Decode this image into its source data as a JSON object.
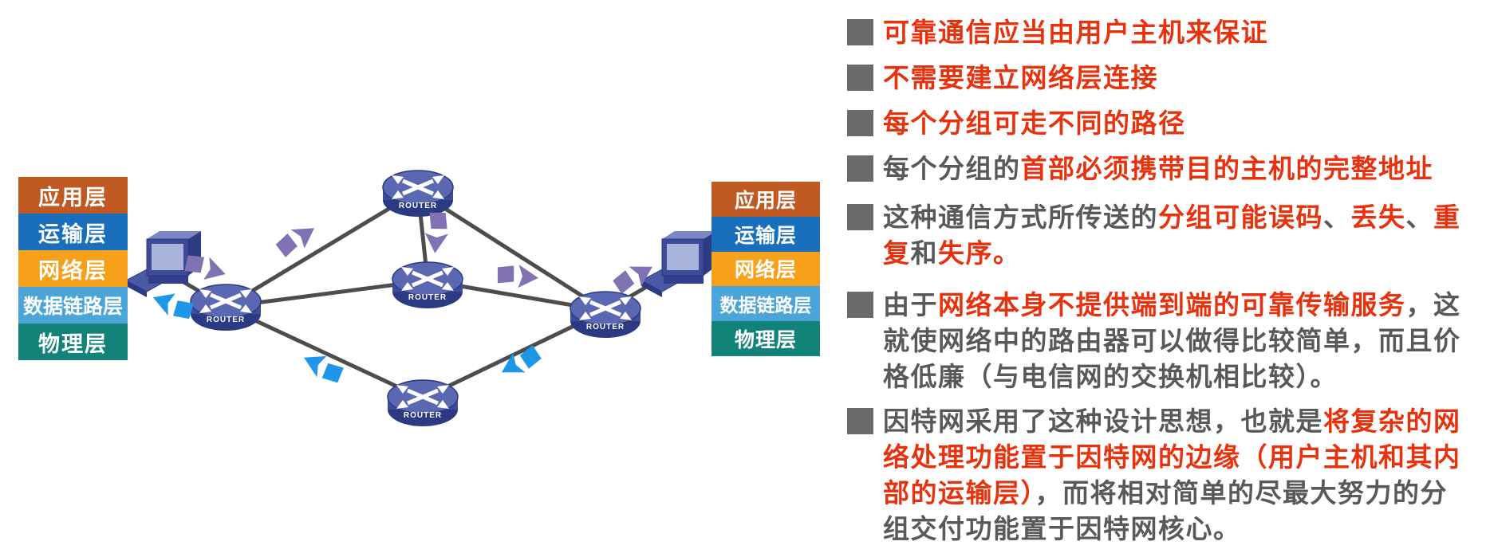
{
  "slide": {
    "background": "#ffffff"
  },
  "stack": {
    "layers": [
      {
        "label": "应用层",
        "color": "#c05a22"
      },
      {
        "label": "运输层",
        "color": "#1a6fbd"
      },
      {
        "label": "网络层",
        "color": "#f7a11a"
      },
      {
        "label": "数据链路层",
        "color": "#4ba5d9"
      },
      {
        "label": "物理层",
        "color": "#128378"
      }
    ]
  },
  "diagram": {
    "router_label": "ROUTER",
    "edge_color": "#4d4d4d",
    "forward_packet_color": "#8172b4",
    "return_packet_color": "#1e97e9"
  },
  "bullets": [
    {
      "lines": [
        {
          "segments": [
            {
              "style": "red",
              "text": "可靠通信应当由用户主机来保证"
            }
          ]
        }
      ]
    },
    {
      "lines": [
        {
          "segments": [
            {
              "style": "red",
              "text": "不需要建立网络层连接"
            }
          ]
        }
      ]
    },
    {
      "lines": [
        {
          "segments": [
            {
              "style": "red",
              "text": "每个分组可走不同的路径"
            }
          ]
        }
      ]
    },
    {
      "lines": [
        {
          "segments": [
            {
              "style": "dark",
              "text": "每个分组的"
            },
            {
              "style": "red",
              "text": "首部必须携带目的主机的完整地址"
            }
          ]
        }
      ]
    },
    {
      "lines": [
        {
          "segments": [
            {
              "style": "dark",
              "text": "这种通信方式所传送的"
            },
            {
              "style": "red",
              "text": "分组可能误码"
            },
            {
              "style": "dark",
              "text": "、"
            },
            {
              "style": "red",
              "text": "丢失"
            },
            {
              "style": "dark",
              "text": "、"
            },
            {
              "style": "red",
              "text": "重"
            }
          ]
        },
        {
          "segments": [
            {
              "style": "red",
              "text": "复"
            },
            {
              "style": "dark",
              "text": "和"
            },
            {
              "style": "red",
              "text": "失序。"
            }
          ]
        }
      ]
    },
    {
      "lines": [
        {
          "segments": [
            {
              "style": "dark",
              "text": "由于"
            },
            {
              "style": "red",
              "text": "网络本身不提供端到端的可靠传输服务"
            },
            {
              "style": "dark",
              "text": "，这"
            }
          ]
        },
        {
          "segments": [
            {
              "style": "dark",
              "text": "就使网络中的路由器可以做得比较简单，而且价"
            }
          ]
        },
        {
          "segments": [
            {
              "style": "dark",
              "text": "格低廉（与电信网的交换机相比较）。"
            }
          ]
        }
      ]
    },
    {
      "lines": [
        {
          "segments": [
            {
              "style": "dark",
              "text": "因特网采用了这种设计思想，也就是"
            },
            {
              "style": "red",
              "text": "将复杂的网"
            }
          ]
        },
        {
          "segments": [
            {
              "style": "red",
              "text": "络处理功能置于因特网的边缘（用户主机和其内"
            }
          ]
        },
        {
          "segments": [
            {
              "style": "red",
              "text": "部的运输层）"
            },
            {
              "style": "dark",
              "text": "，而将相对简单的尽最大努力的分"
            }
          ]
        },
        {
          "segments": [
            {
              "style": "dark",
              "text": "组交付功能置于因特网核心。"
            }
          ]
        }
      ]
    }
  ]
}
